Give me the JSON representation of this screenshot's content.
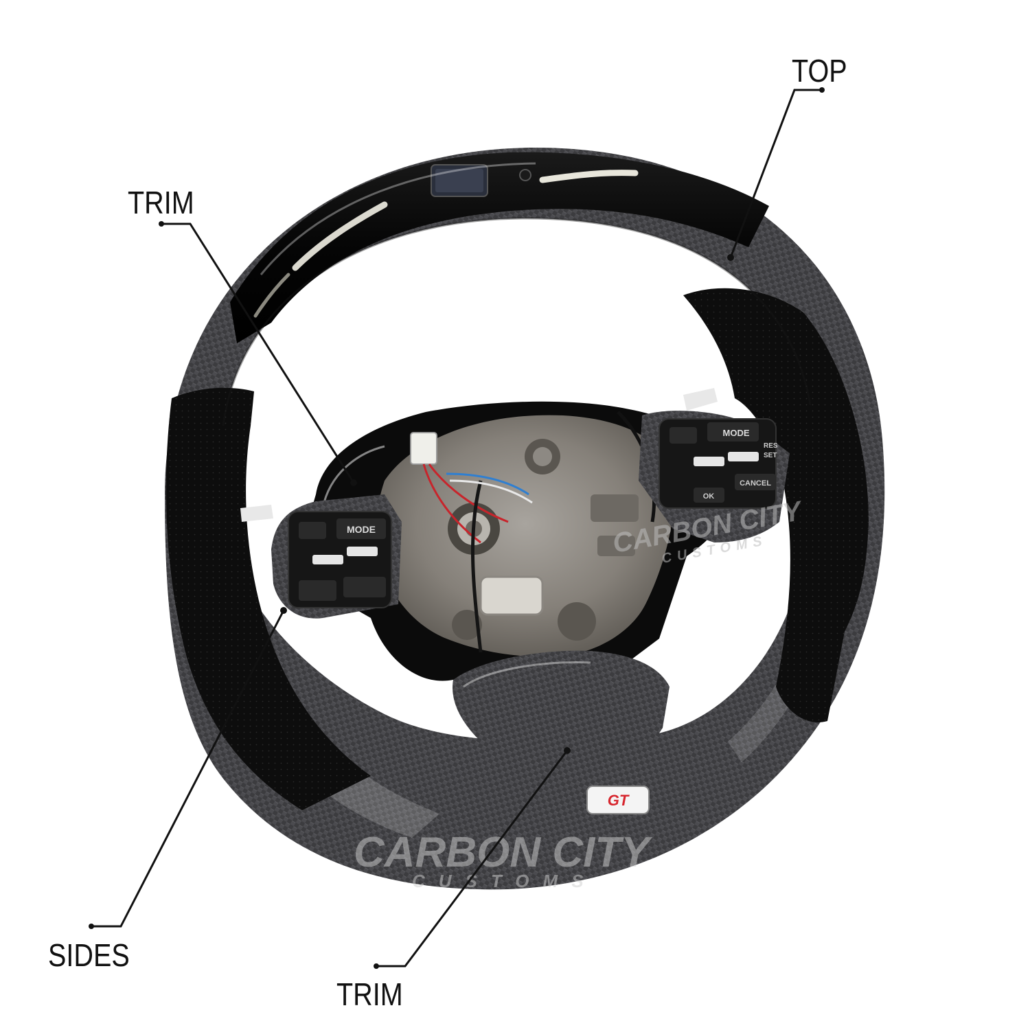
{
  "labels": {
    "top": "TOP",
    "trim_upper": "TRIM",
    "sides": "SIDES",
    "trim_lower": "TRIM"
  },
  "watermark": {
    "brand": "CARBON CITY",
    "sub": "CUSTOMS"
  },
  "controls": {
    "left_mode": "MODE",
    "right_mode": "MODE",
    "res_set": "RES",
    "set": "SET",
    "cancel": "CANCEL",
    "ok": "OK"
  },
  "badge": "GT",
  "colors": {
    "background": "#ffffff",
    "carbon": "#3a3a3c",
    "alcantara": "#0c0c0c",
    "gloss_black": "#050505",
    "led": "#f3f1e6",
    "hub_metal": "#8a8680",
    "label_text": "#111111",
    "gt_red": "#d7262e"
  }
}
